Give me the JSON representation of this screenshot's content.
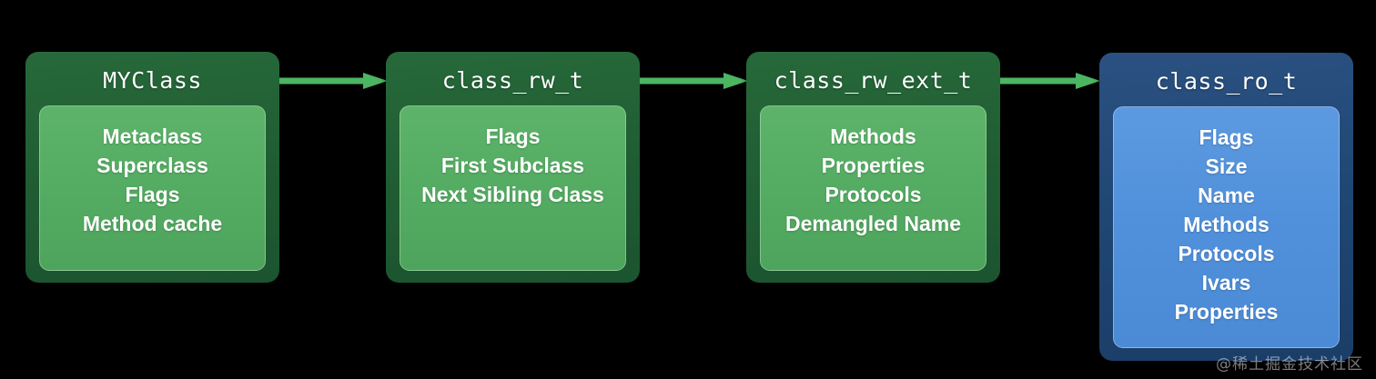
{
  "background_color": "#000000",
  "theme": {
    "green_shell": "#1f5c32",
    "green_panel": "#55ac63",
    "blue_shell": "#1f4572",
    "blue_panel": "#5191db",
    "arrow_color": "#4cb562",
    "text_color": "#ffffff"
  },
  "diagram": {
    "type": "flow",
    "nodes": [
      {
        "id": "myclass",
        "title": "MYClass",
        "color": "green",
        "items": [
          "Metaclass",
          "Superclass",
          "Flags",
          "Method cache"
        ]
      },
      {
        "id": "class_rw_t",
        "title": "class_rw_t",
        "color": "green",
        "items": [
          "Flags",
          "First Subclass",
          "Next Sibling Class"
        ]
      },
      {
        "id": "class_rw_ext_t",
        "title": "class_rw_ext_t",
        "color": "green",
        "items": [
          "Methods",
          "Properties",
          "Protocols",
          "Demangled Name"
        ]
      },
      {
        "id": "class_ro_t",
        "title": "class_ro_t",
        "color": "blue",
        "items": [
          "Flags",
          "Size",
          "Name",
          "Methods",
          "Protocols",
          "Ivars",
          "Properties"
        ]
      }
    ],
    "arrows": [
      {
        "id": "arrow-1",
        "from": "myclass",
        "to": "class_rw_t"
      },
      {
        "id": "arrow-2",
        "from": "class_rw_t",
        "to": "class_rw_ext_t"
      },
      {
        "id": "arrow-3",
        "from": "class_rw_ext_t",
        "to": "class_ro_t"
      }
    ]
  },
  "watermark": {
    "text": "@稀土掘金技术社区"
  }
}
